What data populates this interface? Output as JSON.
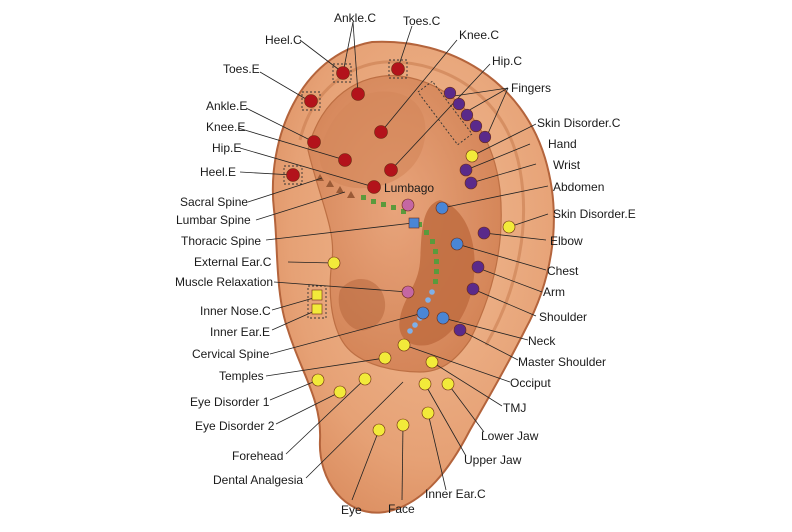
{
  "labels": {
    "ankle_c": "Ankle.C",
    "toes_c": "Toes.C",
    "heel_c": "Heel.C",
    "knee_c": "Knee.C",
    "hip_c": "Hip.C",
    "toes_e": "Toes.E",
    "fingers": "Fingers",
    "ankle_e": "Ankle.E",
    "knee_e": "Knee.E",
    "skin_disorder_c": "Skin Disorder.C",
    "hip_e": "Hip.E",
    "hand": "Hand",
    "wrist": "Wrist",
    "heel_e": "Heel.E",
    "lumbago": "Lumbago",
    "abdomen": "Abdomen",
    "sacral_spine": "Sacral Spine",
    "skin_disorder_e": "Skin Disorder.E",
    "lumbar_spine": "Lumbar Spine",
    "thoracic_spine": "Thoracic Spine",
    "elbow": "Elbow",
    "external_ear_c": "External Ear.C",
    "chest": "Chest",
    "muscle_relaxation": "Muscle Relaxation",
    "arm": "Arm",
    "inner_nose_c": "Inner Nose.C",
    "shoulder": "Shoulder",
    "inner_ear_e": "Inner Ear.E",
    "neck": "Neck",
    "cervical_spine": "Cervical Spine",
    "master_shoulder": "Master Shoulder",
    "temples": "Temples",
    "occiput": "Occiput",
    "eye_disorder_1": "Eye Disorder 1",
    "tmj": "TMJ",
    "eye_disorder_2": "Eye Disorder 2",
    "lower_jaw": "Lower Jaw",
    "forehead": "Forehead",
    "upper_jaw": "Upper Jaw",
    "dental_analgesia": "Dental Analgesia",
    "inner_ear_c": "Inner Ear.C",
    "eye": "Eye",
    "face": "Face"
  },
  "colors": {
    "ear_outer": "#e8a77c",
    "ear_outline": "#b4643c",
    "ear_inner": "#d98c5e",
    "ear_deep": "#c67445",
    "point_red": "#b3131b",
    "point_purple": "#5a2a8a",
    "point_blue": "#4a86d6",
    "point_yellow": "#f2ea3a",
    "point_pink": "#c467a3",
    "spine_green": "#5b9a3c",
    "spine_brown": "#9a5a36"
  }
}
